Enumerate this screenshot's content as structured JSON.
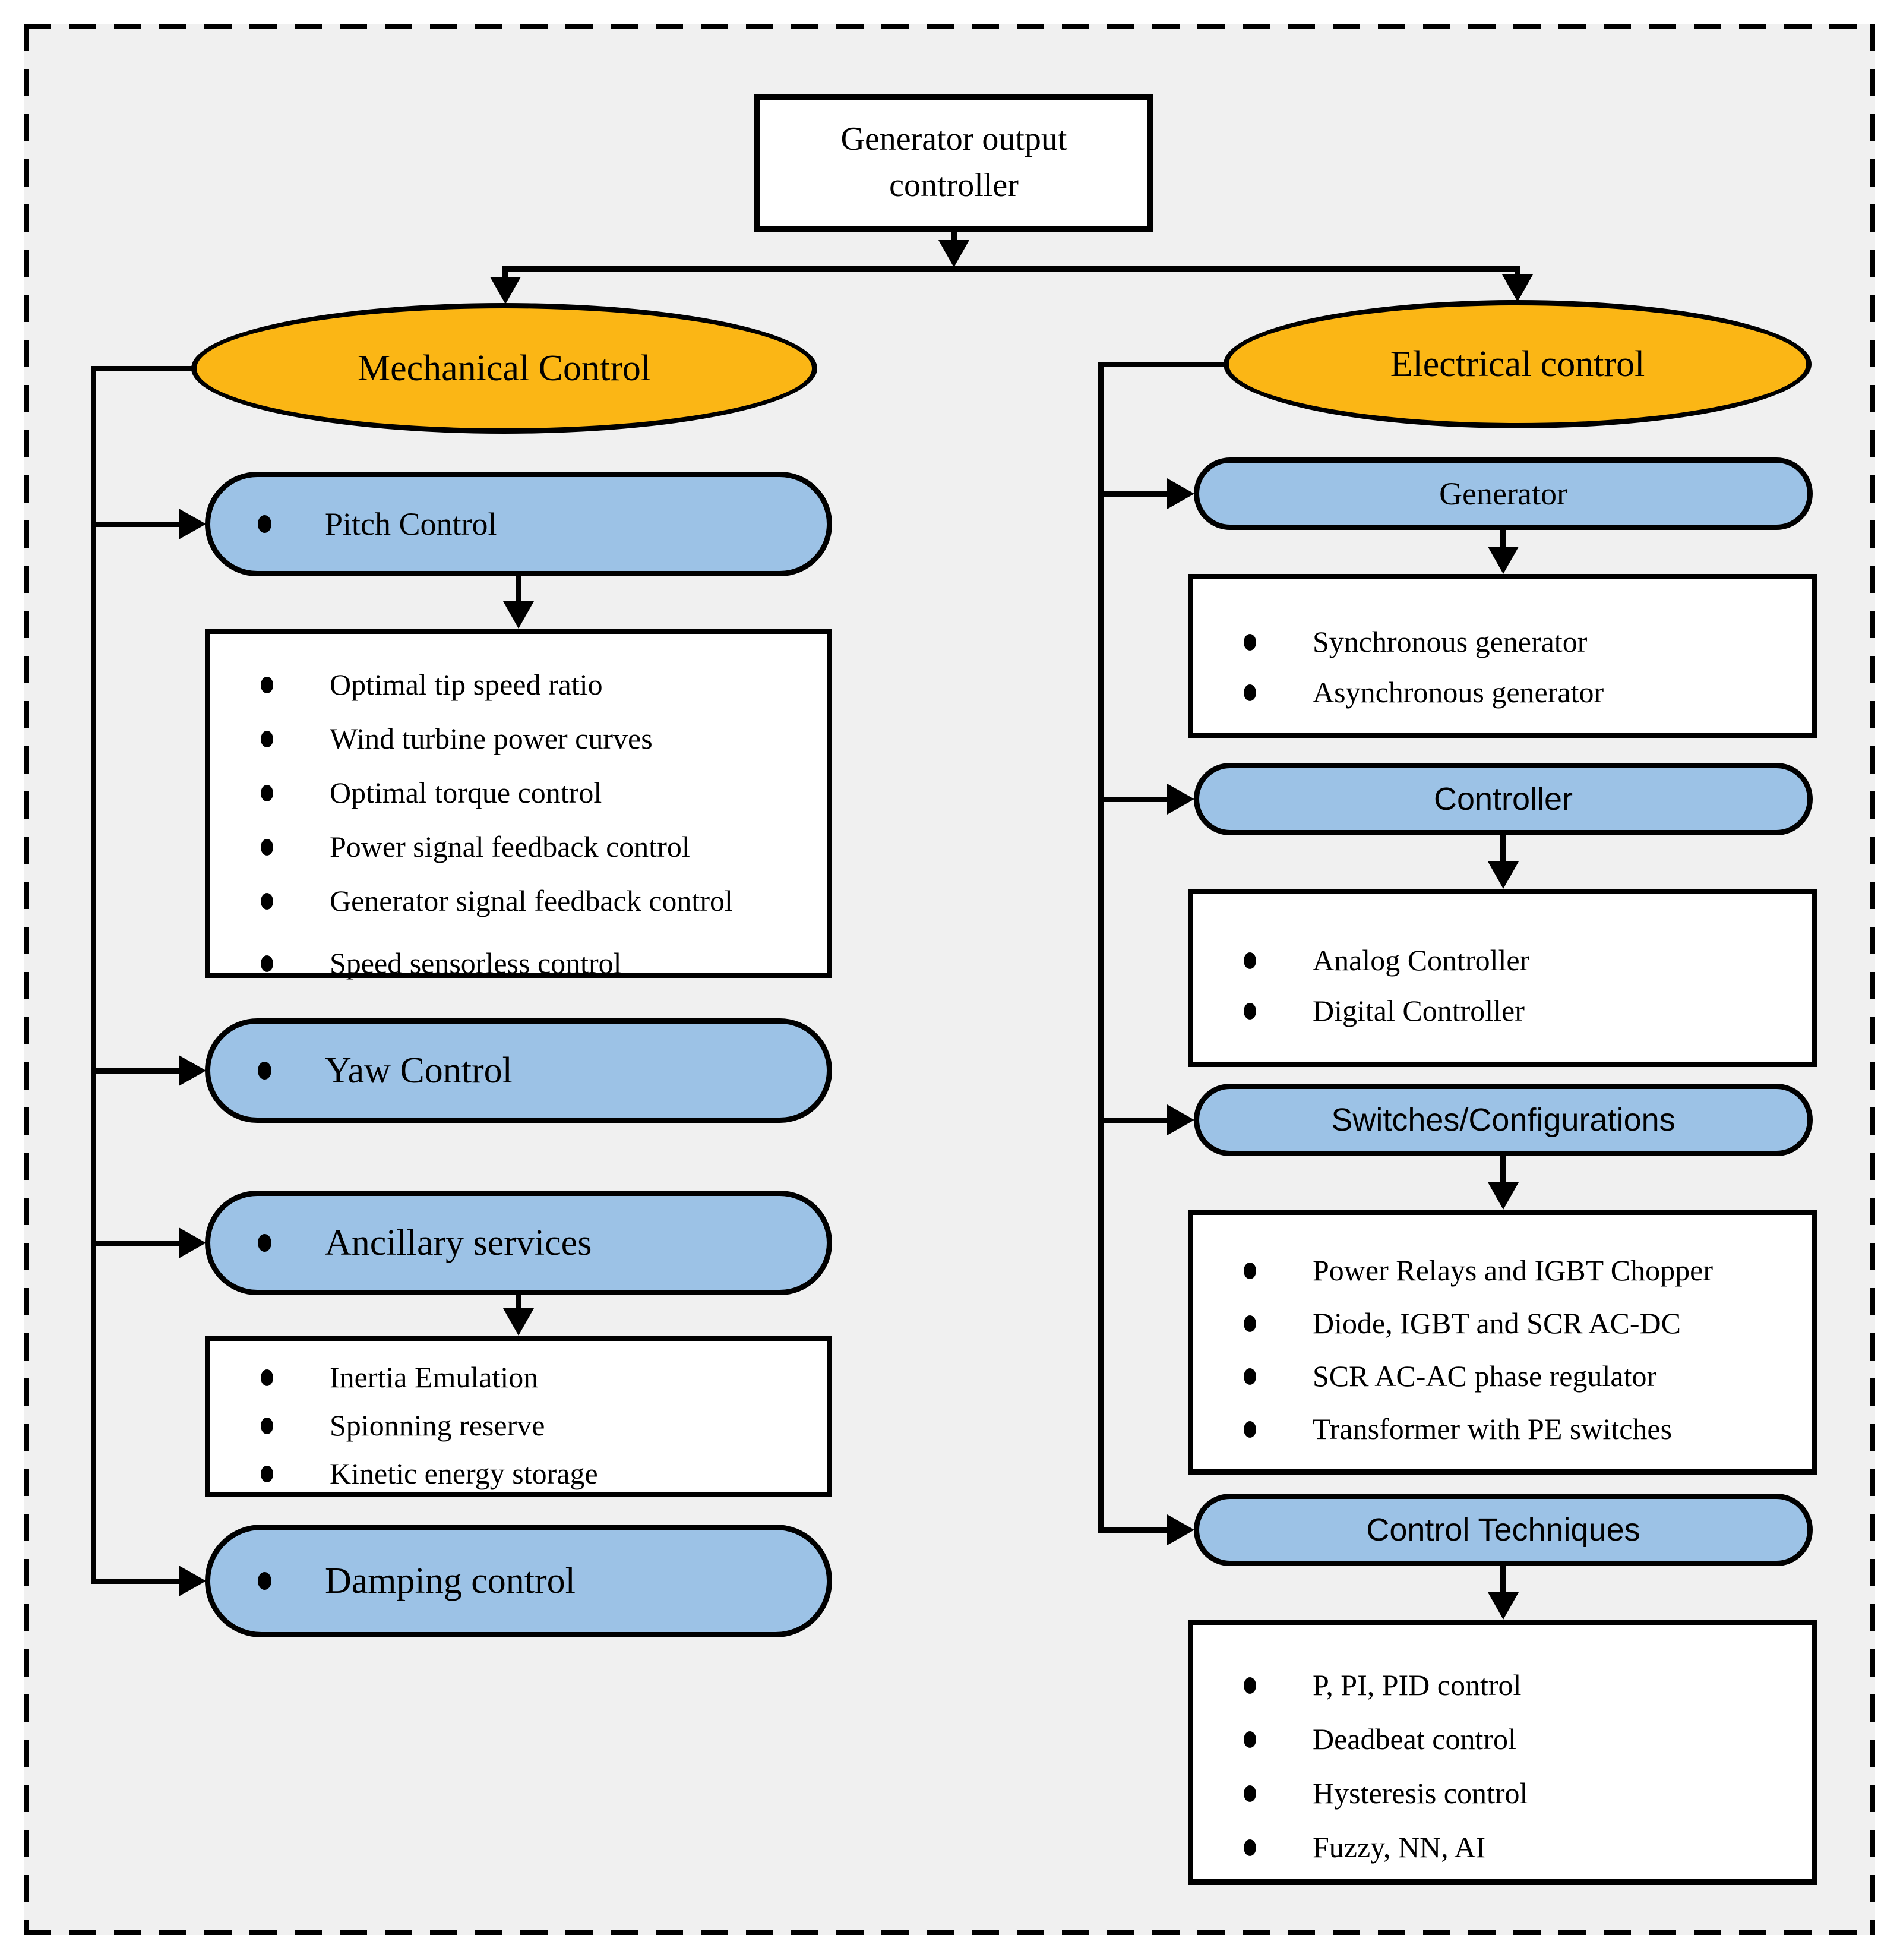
{
  "colors": {
    "ellipse_fill": "#FBB615",
    "pill_fill": "#9CC2E6",
    "box_fill": "#FFFFFF",
    "line_color": "#000000",
    "frame_background": "#F0F0F0"
  },
  "root": {
    "lines": [
      "Generator output",
      "controller"
    ]
  },
  "mechanical": {
    "label": "Mechanical Control",
    "pitch_label": "Pitch Control",
    "pitch_items": [
      "Optimal tip speed ratio",
      "Wind turbine power curves",
      "Optimal torque control",
      "Power signal feedback control",
      "Generator signal feedback control",
      "Speed sensorless control"
    ],
    "yaw_label": "Yaw Control",
    "ancillary_label": "Ancillary services",
    "ancillary_items": [
      "Inertia Emulation",
      "Spionning reserve",
      "Kinetic energy storage"
    ],
    "damping_label": "Damping control"
  },
  "electrical": {
    "label": "Electrical control",
    "generator_label": "Generator",
    "generator_items": [
      "Synchronous generator",
      "Asynchronous generator"
    ],
    "controller_label": "Controller",
    "controller_items": [
      "Analog Controller",
      "Digital Controller"
    ],
    "switches_label": "Switches/Configurations",
    "switches_items": [
      "Power Relays and IGBT Chopper",
      "Diode, IGBT and SCR AC-DC",
      "SCR AC-AC phase regulator",
      "Transformer with PE switches"
    ],
    "techniques_label": "Control Techniques",
    "techniques_items": [
      "P, PI, PID control",
      "Deadbeat control",
      "Hysteresis control",
      "Fuzzy, NN, AI"
    ]
  }
}
